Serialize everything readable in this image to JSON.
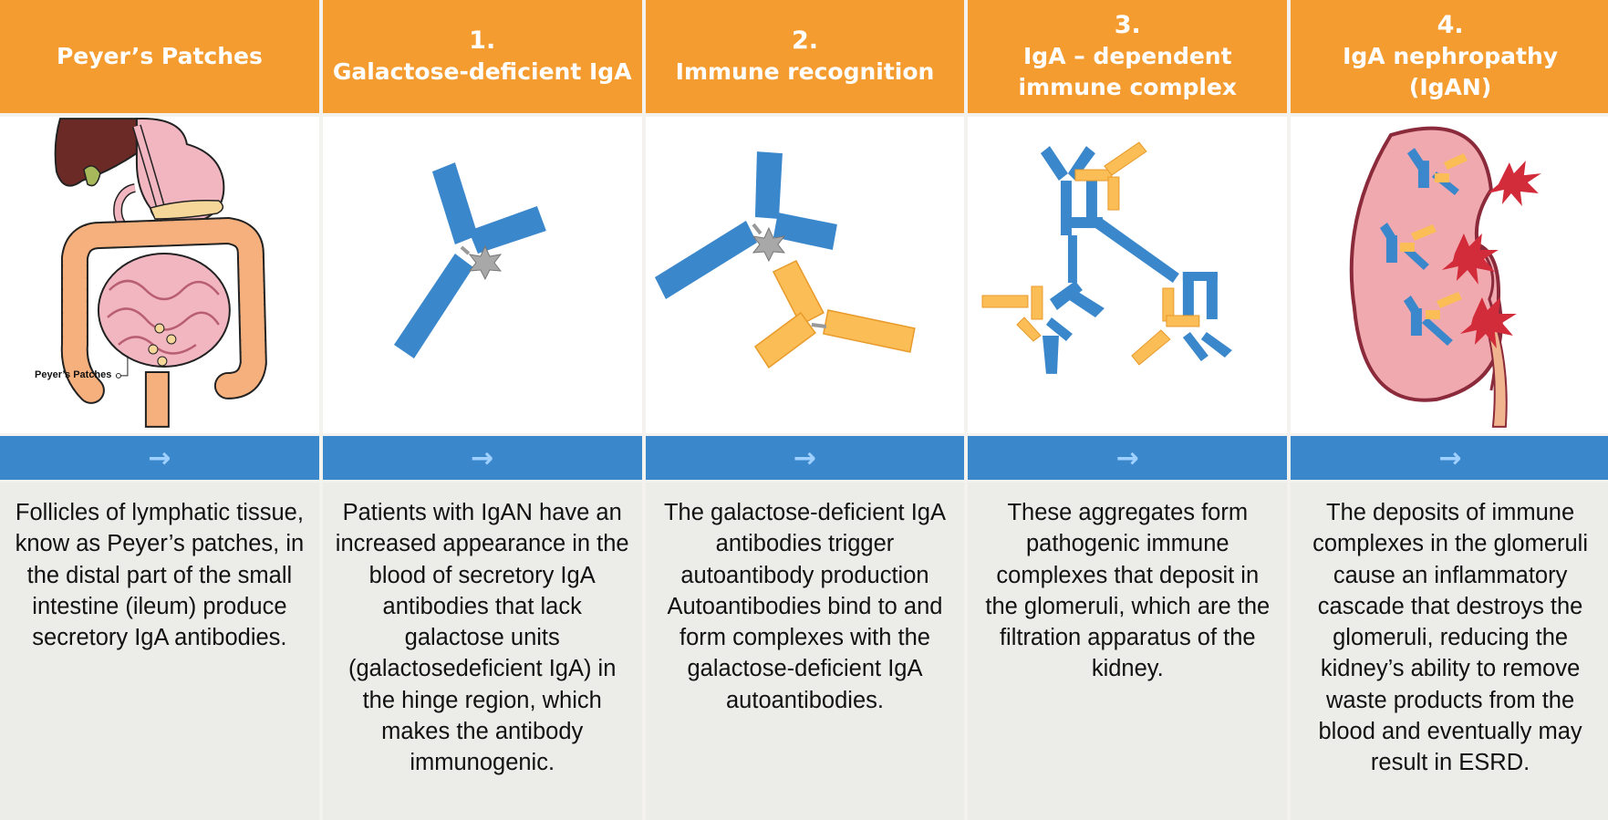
{
  "columns": [
    {
      "number": "",
      "title": "Peyer’s Patches",
      "image_label": "Peyer’s Patches",
      "arrow_icon": "→",
      "text": "Follicles of lymphatic tissue, know as Peyer’s patches, in the distal part of the small intestine (ileum) produce secretory IgA antibodies."
    },
    {
      "number": "1.",
      "title": "Galactose-deficient IgA",
      "arrow_icon": "→",
      "text": "Patients with IgAN have an increased appearance in the blood of secretory IgA antibodies that lack galactose units (galactosedeficient IgA) in the hinge region, which makes the antibody immunogenic."
    },
    {
      "number": "2.",
      "title": "Immune recognition",
      "arrow_icon": "→",
      "text": "The galactose-deficient IgA antibodies trigger autoantibody production Autoantibodies bind to and form complexes with the galactose-deficient IgA autoantibodies."
    },
    {
      "number": "3.",
      "title": "IgA – dependent immune complex",
      "arrow_icon": "→",
      "text": "These aggregates form pathogenic immune complexes that deposit in the glomeruli, which are the filtration apparatus of the kidney."
    },
    {
      "number": "4.",
      "title": "IgA nephropathy (IgAN)",
      "arrow_icon": "→",
      "text": "The deposits of immune complexes in the glomeruli cause an inflammatory cascade that destroys the glomeruli, reducing the kidney’s ability to remove waste products from the blood and eventually may result in ESRD."
    }
  ],
  "colors": {
    "header": "#f59c31",
    "bar": "#3a87cc",
    "antibody_blue": "#3a87cc",
    "autoantibody_orange": "#fbbd56",
    "galactose_star": "#a8a8a8",
    "inflammation_red": "#d22b3a"
  },
  "icons": {
    "arrow": "arrow-right-icon",
    "digestive": "digestive-system-icon",
    "antibody": "antibody-icon",
    "kidney": "kidney-icon"
  }
}
